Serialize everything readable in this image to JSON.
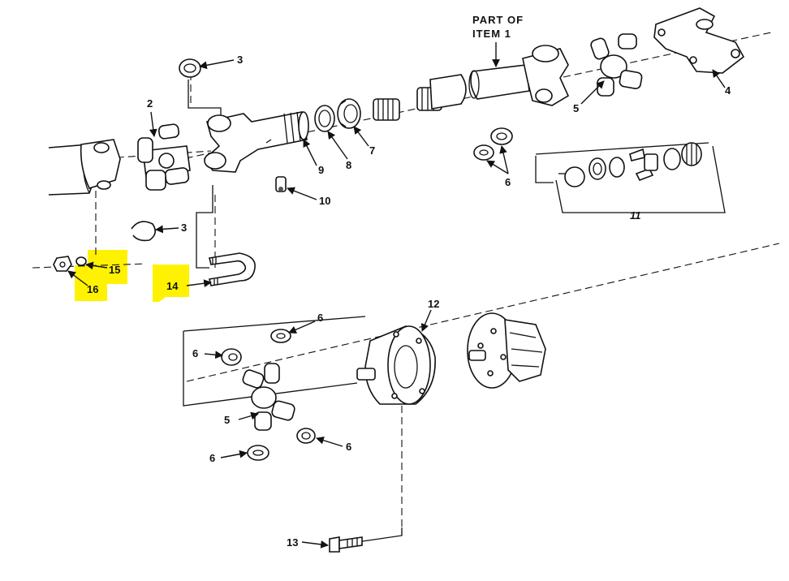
{
  "header_text": [
    "PART OF",
    "ITEM 1"
  ],
  "highlight_color": "#fff200",
  "callouts": {
    "c2": "2",
    "c3a": "3",
    "c3b": "3",
    "c4": "4",
    "c5a": "5",
    "c5b": "5",
    "c6a": "6",
    "c6b": "6",
    "c6c": "6",
    "c6d": "6",
    "c6e": "6",
    "c7": "7",
    "c8": "8",
    "c9": "9",
    "c10": "10",
    "c11": "11",
    "c12": "12",
    "c13": "13",
    "c14": "14",
    "c15": "15",
    "c16": "16"
  },
  "highlighted_callouts": [
    "14",
    "15",
    "16"
  ]
}
